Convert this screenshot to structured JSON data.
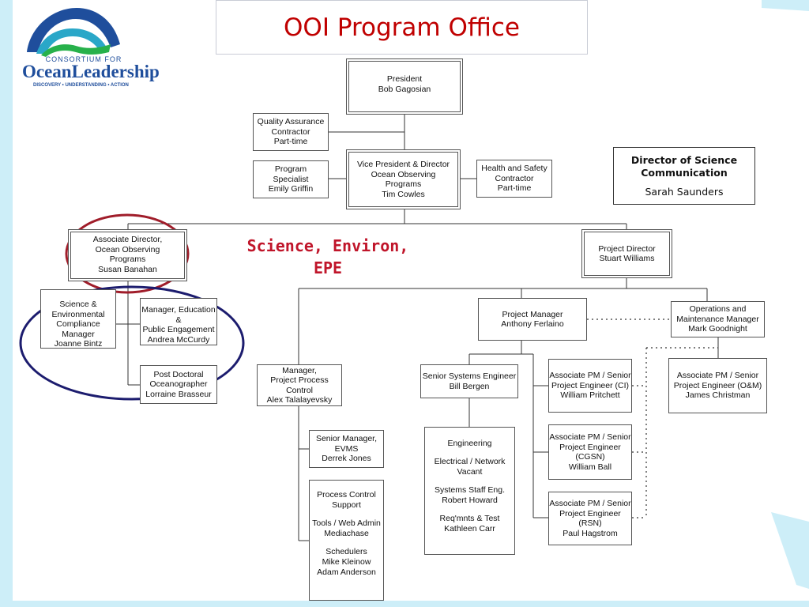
{
  "slide": {
    "title": "OOI Program Office",
    "logo": {
      "consortium": "CONSORTIUM FOR",
      "name_part1": "Ocean",
      "name_part2": "Leadership",
      "tagline": "DISCOVERY • UNDERSTANDING • ACTION"
    },
    "colors": {
      "title": "#c00000",
      "annotation": "#c0152a",
      "ellipse_red": "#a01d2a",
      "ellipse_blue": "#1c1c6e",
      "accent_stripe": "#cdeef8"
    }
  },
  "org": {
    "president": "President\nBob Gagosian",
    "qa": "Quality Assurance\nContractor\nPart-time",
    "program_specialist": "Program\nSpecialist\nEmily Griffin",
    "vp": "Vice President & Director\nOcean Observing\nPrograms\nTim Cowles",
    "hs": "Health and Safety\nContractor\nPart-time",
    "assoc_director": "Associate Director,\nOcean Observing\nPrograms\nSusan Banahan",
    "science_mgr": "Science &\nEnvironmental\nCompliance Manager\nJoanne Bintz",
    "education_mgr": "Manager, Education &\nPublic Engagement\nAndrea McCurdy",
    "postdoc": "Post Doctoral\nOceanographer\nLorraine Brasseur",
    "project_director": "Project Director\nStuart Williams",
    "process_control_mgr": "Manager,\nProject Process Control\nAlex Talalayevsky",
    "evms": "Senior Manager,\nEVMS\nDerrek Jones",
    "pcs_lines": [
      "Process Control\nSupport",
      "Tools / Web Admin\nMediachase",
      "Schedulers\nMike Kleinow\nAdam Anderson"
    ],
    "project_manager": "Project Manager\nAnthony Ferlaino",
    "senior_systems": "Senior Systems Engineer\nBill Bergen",
    "eng_lines": [
      "Engineering",
      "Electrical / Network\nVacant",
      "Systems Staff Eng.\nRobert Howard",
      "Req'mnts & Test\nKathleen Carr"
    ],
    "apm_ci": "Associate PM / Senior\nProject Engineer (CI)\nWilliam Pritchett",
    "apm_cgsn": "Associate PM / Senior\nProject Engineer\n(CGSN)\nWilliam Ball",
    "apm_rsn": "Associate PM / Senior\nProject Engineer (RSN)\nPaul Hagstrom",
    "om_mgr": "Operations and\nMaintenance Manager\nMark Goodnight",
    "apm_om": "Associate PM / Senior\nProject Engineer (O&M)\nJames Christman"
  },
  "side_box": {
    "title": "Director of Science\nCommunication",
    "name": "Sarah Saunders"
  },
  "annotation": {
    "text": "Science, Environ,\nEPE"
  }
}
